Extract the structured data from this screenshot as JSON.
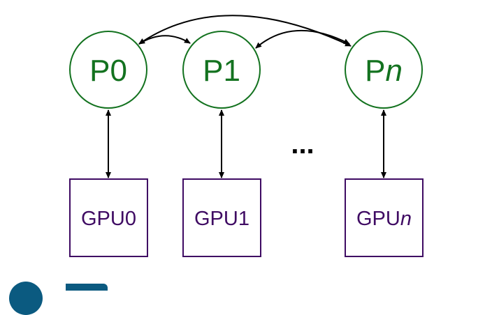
{
  "diagram": {
    "processes": [
      {
        "id": "P0",
        "prefix": "P",
        "suffix": "0",
        "suffix_italic": false
      },
      {
        "id": "P1",
        "prefix": "P",
        "suffix": "1",
        "suffix_italic": false
      },
      {
        "id": "Pn",
        "prefix": "P",
        "suffix": "n",
        "suffix_italic": true
      }
    ],
    "gpus": [
      {
        "id": "GPU0",
        "prefix": "GPU",
        "suffix": "0",
        "suffix_italic": false
      },
      {
        "id": "GPU1",
        "prefix": "GPU",
        "suffix": "1",
        "suffix_italic": false
      },
      {
        "id": "GPUn",
        "prefix": "GPU",
        "suffix": "n",
        "suffix_italic": true
      }
    ],
    "ellipsis": "...",
    "connections": [
      {
        "from": "P0",
        "to": "P1",
        "type": "bidirectional"
      },
      {
        "from": "P0",
        "to": "Pn",
        "type": "bidirectional"
      },
      {
        "from": "P1",
        "to": "Pn",
        "type": "bidirectional"
      },
      {
        "from": "P0",
        "to": "GPU0",
        "type": "bidirectional"
      },
      {
        "from": "P1",
        "to": "GPU1",
        "type": "bidirectional"
      },
      {
        "from": "Pn",
        "to": "GPUn",
        "type": "bidirectional"
      }
    ],
    "colors": {
      "process": "#13721f",
      "gpu": "#3f0b63",
      "arrow": "#000000",
      "logo": "#0b5a80"
    }
  }
}
